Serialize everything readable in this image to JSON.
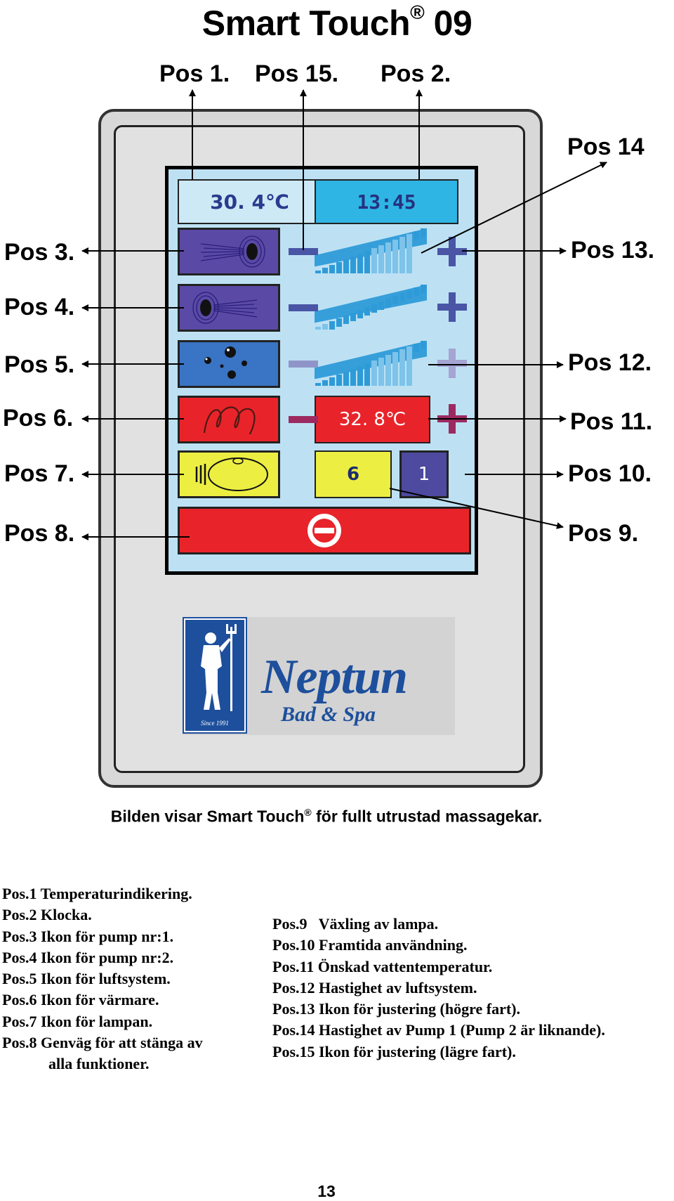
{
  "title": {
    "text": "Smart Touch",
    "reg": "®",
    "suffix": "09"
  },
  "pos_labels": {
    "pos1": "Pos 1.",
    "pos15": "Pos 15.",
    "pos2": "Pos 2.",
    "pos14": "Pos 14",
    "pos3": "Pos 3.",
    "pos4": "Pos 4.",
    "pos5": "Pos 5.",
    "pos6": "Pos 6.",
    "pos7": "Pos 7.",
    "pos8": "Pos 8.",
    "pos13": "Pos 13.",
    "pos12": "Pos 12.",
    "pos11": "Pos 11.",
    "pos10": "Pos 10.",
    "pos9": "Pos 9."
  },
  "screen": {
    "temperature": "30. 4℃",
    "clock": "13:45",
    "setpoint_temperature": "32. 8℃",
    "lamp_mode": "6",
    "future_value": "1",
    "pump1_speed_level": 0.85,
    "pump2_speed_level": 0.1,
    "air_speed_level": 0.85
  },
  "logo": {
    "name": "Neptun",
    "sub": "Bad & Spa",
    "since": "Since 1991"
  },
  "caption": {
    "before": "Bilden visar Smart Touch",
    "reg": "®",
    "after": " för fullt utrustad massagekar."
  },
  "legend_left": [
    "Pos.1 Temperaturindikering.",
    "Pos.2 Klocka.",
    "Pos.3 Ikon för pump nr:1.",
    "Pos.4 Ikon för pump nr:2.",
    "Pos.5 Ikon för luftsystem.",
    "Pos.6 Ikon för värmare.",
    "Pos.7 Ikon för lampan.",
    "Pos.8 Genväg för att stänga av",
    "alla funktioner."
  ],
  "legend_right": [
    "Pos.9   Växling av lampa.",
    "Pos.10 Framtida användning.",
    "Pos.11 Önskad vattentemperatur.",
    "Pos.12 Hastighet av luftsystem.",
    "Pos.13 Ikon för justering (högre fart).",
    "Pos.14 Hastighet av Pump 1 (Pump 2 är liknande).",
    "Pos.15 Ikon för justering (lägre fart)."
  ],
  "page_number": "13",
  "colors": {
    "minus_active": "#4a55a6",
    "minus_faded": "#8f95c9",
    "minus_heat": "#9c2a60",
    "plus_active": "#4a55a6",
    "plus_faded": "#a6a4d3",
    "plus_heat": "#9c2a60",
    "bar_fill": "#2e9bd8",
    "bar_empty": "#7dc3ea"
  }
}
